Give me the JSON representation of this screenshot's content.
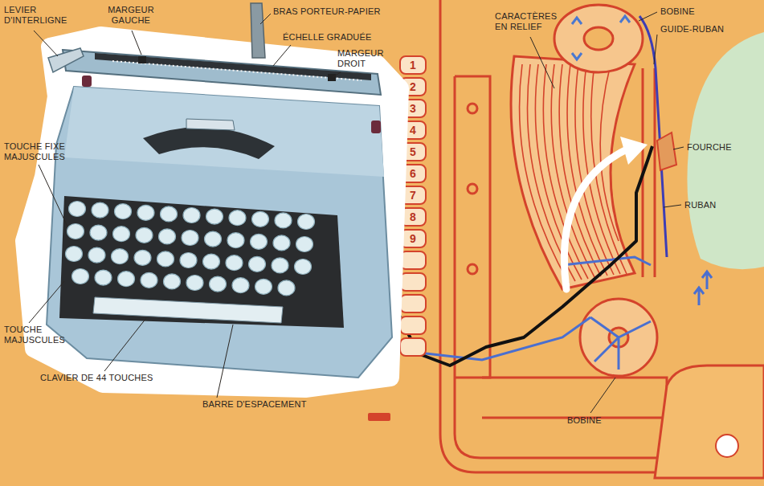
{
  "diagram": {
    "labels": [
      "LEVIER D'INTERLIGNE",
      "MARGEUR GAUCHE",
      "BRAS PORTEUR-PAPIER",
      "ÉCHELLE GRADUÉE",
      "MARGEUR DROIT",
      "TOUCHE FIXE MAJUSCULES",
      "TOUCHE MAJUSCULES",
      "CLAVIER DE 44 TOUCHES",
      "BARRE D'ESPACEMENT",
      "CARACTÈRES EN RELIEF",
      "BOBINE",
      "GUIDE-RUBAN",
      "FOURCHE",
      "RUBAN",
      "BOBINE",
      "1",
      "2",
      "3",
      "4",
      "5",
      "6",
      "7",
      "8",
      "9"
    ]
  }
}
